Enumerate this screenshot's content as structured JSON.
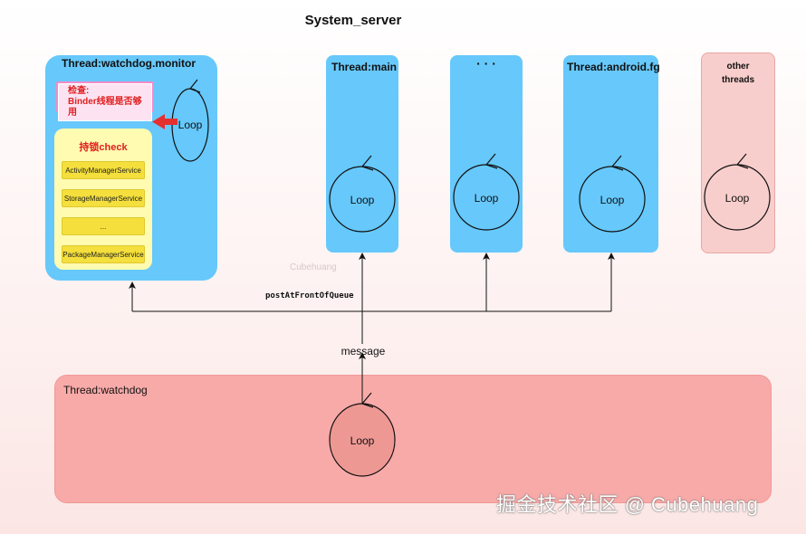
{
  "title": "System_server",
  "monitor": {
    "label": "Thread:watchdog.monitor",
    "warn_line1": "检查:",
    "warn_line2": "Binder线程是否够用",
    "check_title": "持锁check",
    "services": [
      "ActivityManagerService",
      "StorageManagerService",
      "...",
      "PackageManagerService"
    ],
    "loop": "Loop"
  },
  "threads": [
    {
      "label": "Thread:main",
      "loop": "Loop"
    },
    {
      "label": "· · ·",
      "loop": "Loop"
    },
    {
      "label": "Thread:android.fg",
      "loop": "Loop"
    }
  ],
  "other": {
    "label_line1": "other",
    "label_line2": "threads",
    "loop": "Loop"
  },
  "watchdog": {
    "label": "Thread:watchdog",
    "loop": "Loop"
  },
  "arrows": {
    "post_label": "postAtFrontOfQueue",
    "message_label": "message"
  },
  "watermark": "Cubehuang",
  "footer": "掘金技术社区 @ Cubehuang",
  "colors": {
    "thread_blue": "#66c8fb",
    "watchdog_red": "#f8aaa8",
    "check_yellow": "#fffbb0",
    "service_yellow": "#f4df3c",
    "arrow_red": "#e53030"
  }
}
